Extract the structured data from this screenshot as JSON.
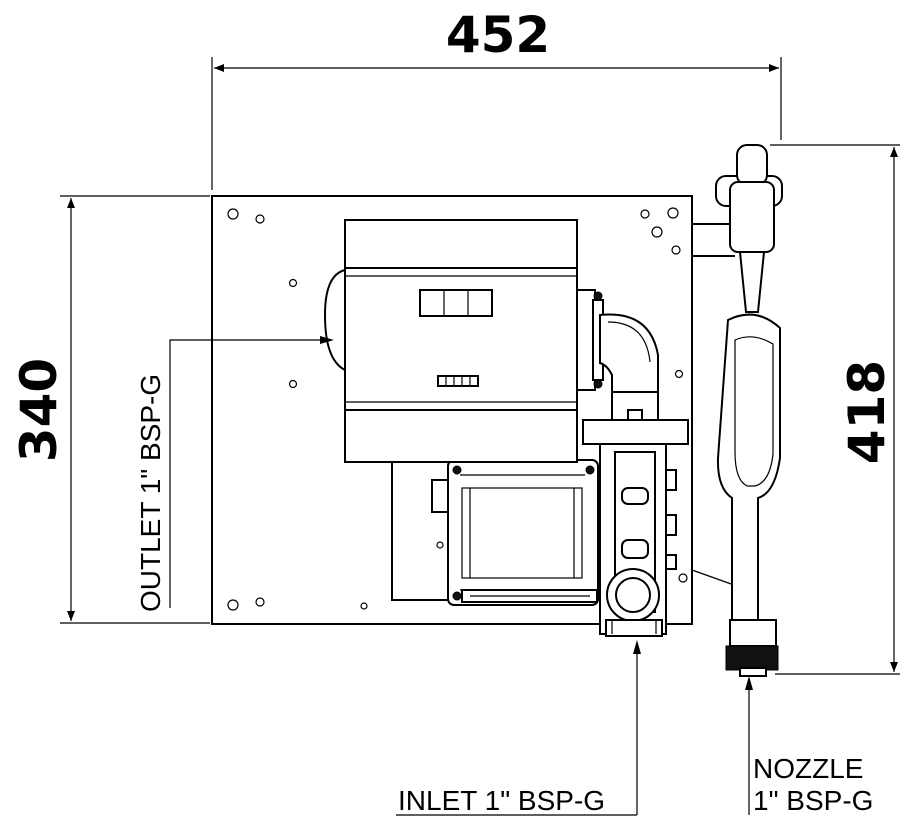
{
  "dimensions": {
    "width": "452",
    "plate_height": "340",
    "total_height": "418"
  },
  "labels": {
    "outlet": "OUTLET 1\" BSP-G",
    "inlet": "INLET 1\" BSP-G",
    "nozzle_line1": "NOZZLE",
    "nozzle_line2": "1\" BSP-G"
  }
}
